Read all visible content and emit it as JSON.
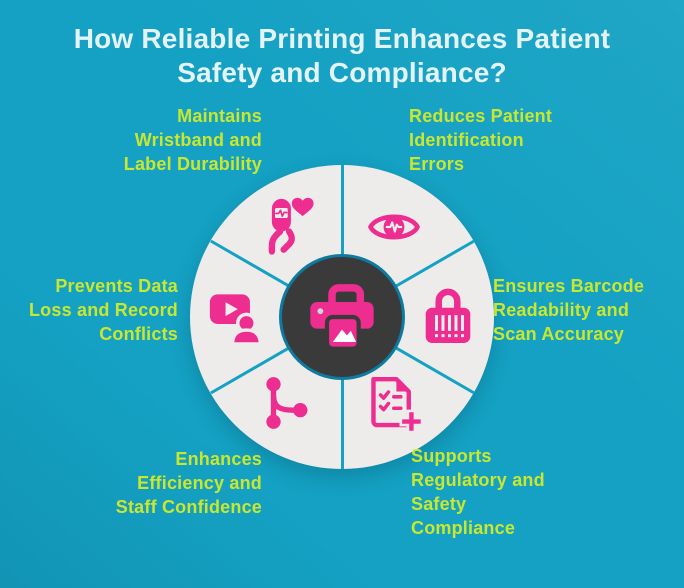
{
  "title": {
    "text": "How Reliable Printing Enhances Patient\nSafety and Compliance?"
  },
  "colors": {
    "background": "#14a1c3",
    "title_text": "#e3f3f6",
    "label_text": "#c9e72f",
    "icon_pink": "#ed2d8f",
    "wheel_fill": "#edecea",
    "hub_fill": "#3b3a3a",
    "hub_ring": "#0d7ba0",
    "divider": "#14a1c3"
  },
  "center": {
    "icon": "printer-icon"
  },
  "segments": [
    {
      "position": "top-left",
      "icon": "wristband-pulse-icon",
      "label": "Maintains\nWristband and\nLabel Durability"
    },
    {
      "position": "top-right",
      "icon": "eye-pulse-icon",
      "label": "Reduces Patient\nIdentification\nErrors"
    },
    {
      "position": "left",
      "icon": "video-person-icon",
      "label": "Prevents Data\nLoss and Record\nConflicts"
    },
    {
      "position": "right",
      "icon": "barcode-bag-icon",
      "label": "Ensures Barcode\nReadability and\nScan Accuracy"
    },
    {
      "position": "bottom-left",
      "icon": "branch-share-icon",
      "label": "Enhances\nEfficiency and\nStaff Confidence"
    },
    {
      "position": "bottom-right",
      "icon": "checklist-plus-icon",
      "label": "Supports\nRegulatory and\nSafety\nCompliance"
    }
  ]
}
